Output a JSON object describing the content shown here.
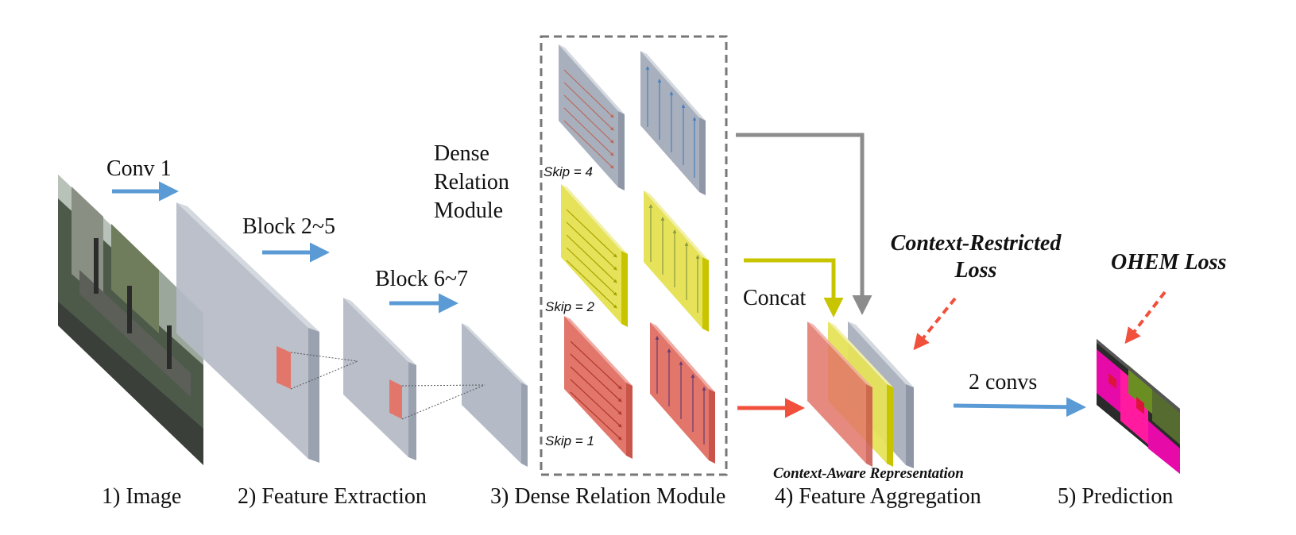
{
  "steps": {
    "image": "1) Image",
    "feature_extraction": "2) Feature Extraction",
    "dense_relation": "3) Dense Relation Module",
    "feature_aggregation": "4) Feature Aggregation",
    "prediction": "5) Prediction"
  },
  "arrows": {
    "conv1": "Conv 1",
    "block_2_5": "Block 2~5",
    "block_6_7": "Block 6~7",
    "concat": "Concat",
    "two_convs": "2 convs"
  },
  "module_title": {
    "line1": "Dense",
    "line2": "Relation",
    "line3": "Module"
  },
  "skips": {
    "skip4": "Skip = 4",
    "skip2": "Skip = 2",
    "skip1": "Skip = 1"
  },
  "losses": {
    "context_restricted_line1": "Context-Restricted",
    "context_restricted_line2": "Loss",
    "ohem": "OHEM  Loss"
  },
  "representation_label": "Context-Aware Representation",
  "colors": {
    "arrow_blue": "#5b9bd5",
    "loss_red": "#f0503c",
    "gray_feature": "#a9b0bd",
    "yellow_feature": "#e6e35a",
    "red_feature": "#e2766a",
    "gray_connector": "#8c8c8c",
    "yellow_connector": "#c9c400"
  }
}
